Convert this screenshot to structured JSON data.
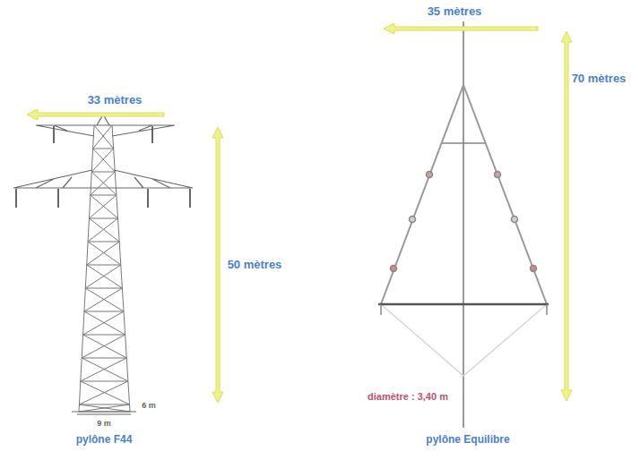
{
  "diagram": {
    "labels": [
      "33 mètres",
      "50 mètres",
      "6 m",
      "9 m",
      "pylône F44",
      "35 mètres",
      "70 mètres",
      "diamètre : 3,40 m",
      "pylône Equilibre"
    ]
  }
}
